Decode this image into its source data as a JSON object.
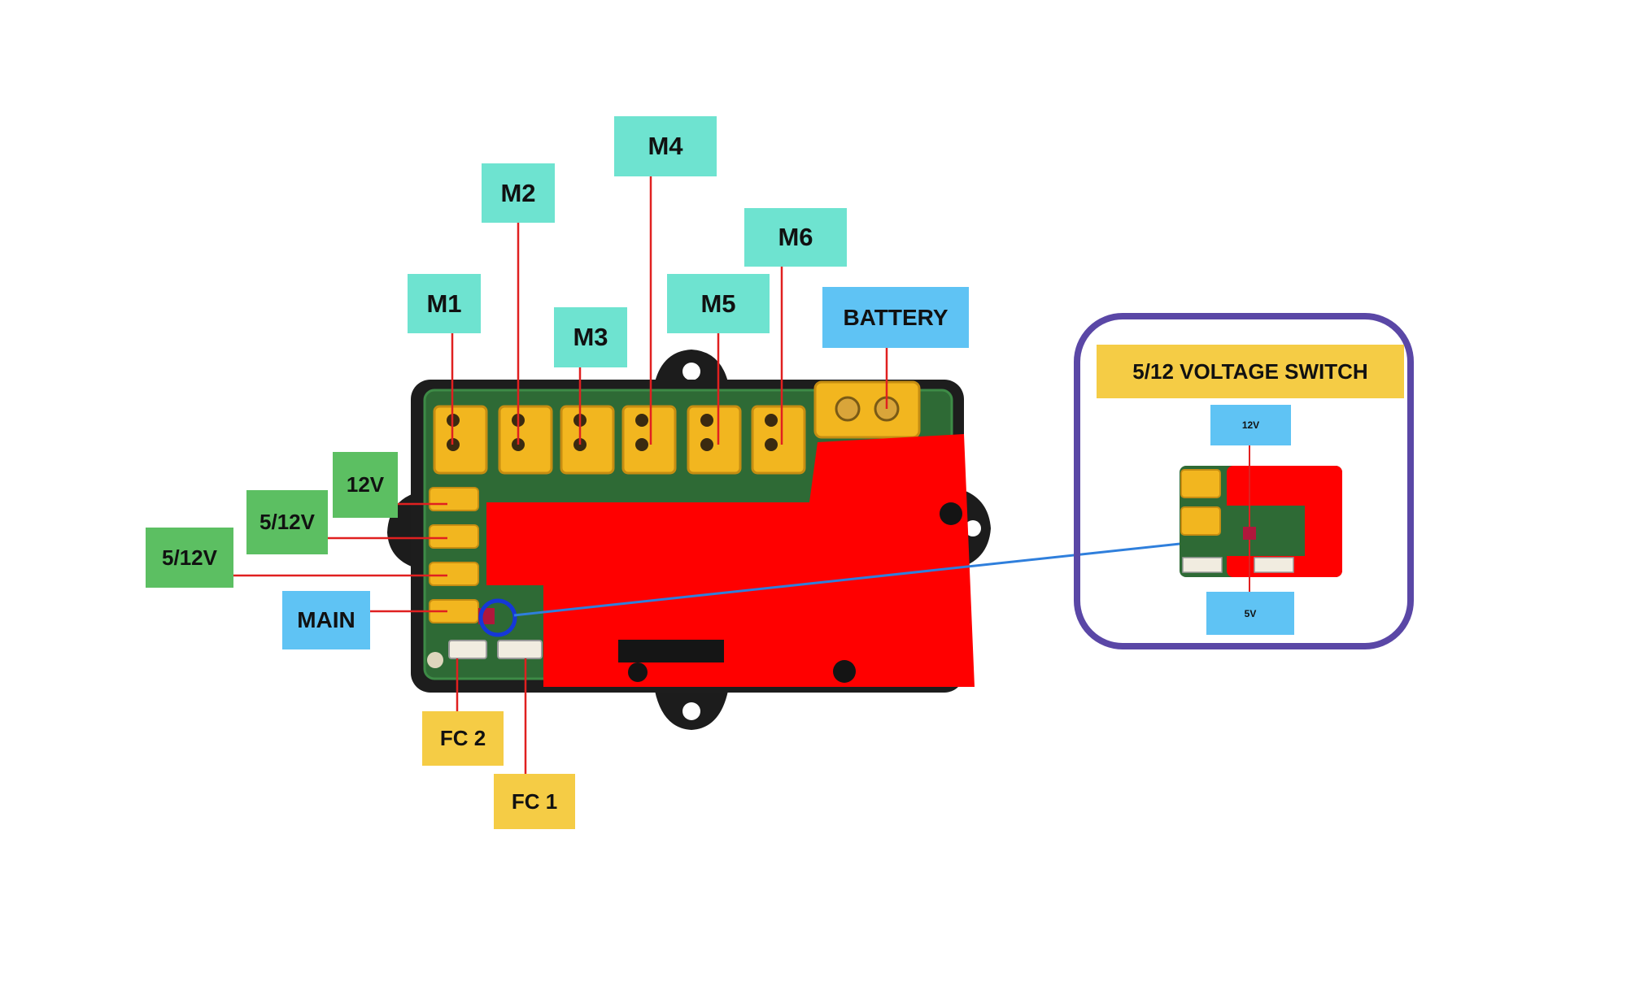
{
  "labels": {
    "m1": "M1",
    "m2": "M2",
    "m3": "M3",
    "m4": "M4",
    "m5": "M5",
    "m6": "M6",
    "battery": "BATTERY",
    "v12": "12V",
    "v512_a": "5/12V",
    "v512_b": "5/12V",
    "main": "MAIN",
    "fc2": "FC 2",
    "fc1": "FC 1"
  },
  "inset": {
    "title": "5/12 VOLTAGE SWITCH",
    "top_label": "12V",
    "bottom_label": "5V"
  },
  "colors": {
    "motor_label": "#6ee3d0",
    "voltage_label": "#5cbf62",
    "battery_main_label": "#5fc3f4",
    "fc_label": "#f5cc45",
    "cover": "#ff0000",
    "connector": "#f2b61f",
    "leader_line": "#e02020",
    "callout_line": "#2f7fdc",
    "inset_frame": "#5a47a6"
  }
}
